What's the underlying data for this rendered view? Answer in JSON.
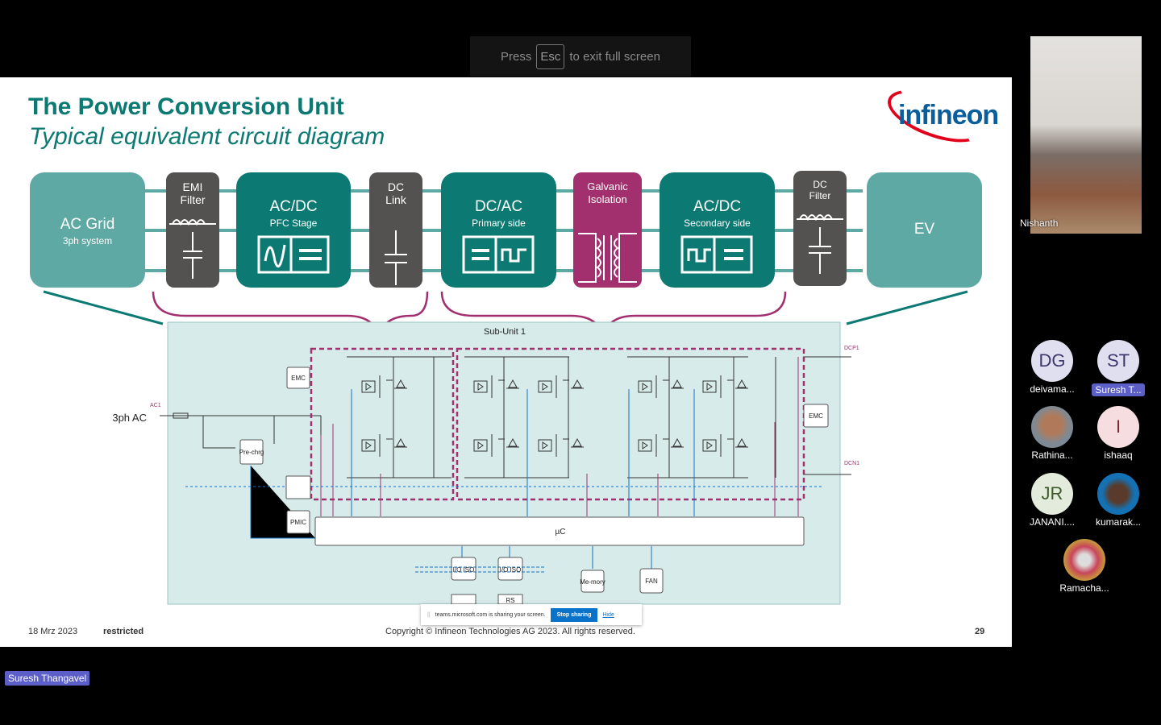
{
  "fullscreen_notice": {
    "press": "Press",
    "key": "Esc",
    "rest": "to exit full screen"
  },
  "slide": {
    "title": "The Power Conversion Unit",
    "subtitle": "Typical equivalent circuit diagram",
    "logo": "infineon",
    "blocks": [
      {
        "title": "AC Grid",
        "sub": "3ph system"
      },
      {
        "title": "EMI Filter"
      },
      {
        "title": "AC/DC",
        "sub": "PFC Stage"
      },
      {
        "title": "DC Link"
      },
      {
        "title": "DC/AC",
        "sub": "Primary side"
      },
      {
        "title": "Galvanic Isolation"
      },
      {
        "title": "AC/DC",
        "sub": "Secondary side"
      },
      {
        "title": "DC Filter"
      },
      {
        "title": "EV"
      }
    ],
    "circuit": {
      "subunit": "Sub-Unit 1",
      "input": "3ph AC",
      "ac1": "AC1",
      "dcp1": "DCP1",
      "dcn1": "DCN1",
      "emc": "EMC",
      "precharge": "Pre-chrg",
      "pmic": "PMIC",
      "uc": "µC",
      "io_iso": "I/O ISO",
      "rs": "RS",
      "memory": "Me-mory",
      "fan": "FAN"
    },
    "footer": {
      "date": "18 Mrz 2023",
      "classification": "restricted",
      "copyright": "Copyright © Infineon Technologies AG 2023. All rights reserved.",
      "page": "29"
    },
    "colors": {
      "teal": "#0c7a73",
      "light_teal": "#5fa9a5",
      "gray": "#545250",
      "magenta": "#a3306e"
    }
  },
  "share_bar": {
    "text": "teams.microsoft.com is sharing your screen.",
    "stop": "Stop sharing",
    "hide": "Hide"
  },
  "video": {
    "name": "Nishanth"
  },
  "participants": [
    {
      "initials": "DG",
      "name": "deivama..."
    },
    {
      "initials": "ST",
      "name": "Suresh T..."
    },
    {
      "initials": "",
      "name": "Rathina..."
    },
    {
      "initials": "I",
      "name": "ishaaq"
    },
    {
      "initials": "JR",
      "name": "JANANI...."
    },
    {
      "initials": "",
      "name": "kumarak..."
    },
    {
      "initials": "",
      "name": "Ramacha..."
    }
  ],
  "presenter": "Suresh Thangavel"
}
